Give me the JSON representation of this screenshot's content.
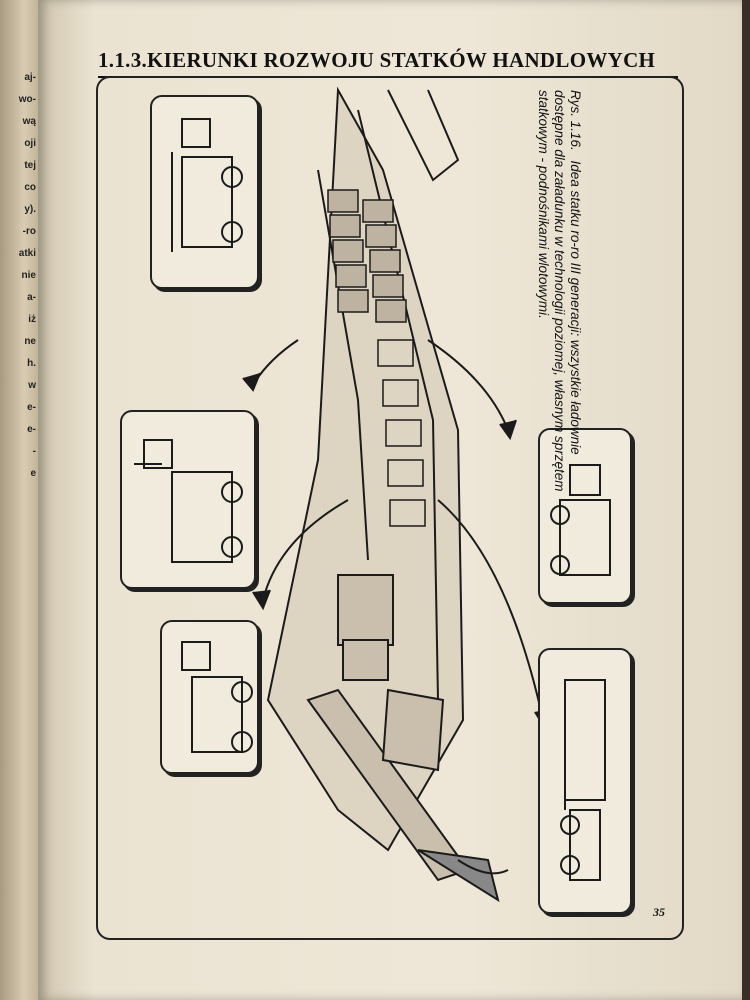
{
  "left_page": {
    "fragments": [
      "aj-",
      "wo-",
      "wą",
      "oji",
      "tej",
      "co",
      "y).",
      "-ro",
      "atki",
      "nie",
      "a-",
      "iż",
      "ne",
      "h.",
      "w",
      "e-",
      "e-",
      "-",
      "e"
    ]
  },
  "heading": "1.1.3.KIERUNKI ROZWOJU STATKÓW HANDLOWYCH",
  "caption": {
    "label": "Rys. 1.16.",
    "text": "Idea statku ro-ro III generacji: wszystkie ładownie dostępne dla załadunku w technologii poziomej, własnym sprzętem statkowym - podnośnikami wlotowymi."
  },
  "page_number": "35",
  "figure": {
    "insets": [
      "forklift-truck-left-top",
      "forklift-truck-left-middle",
      "forklift-truck-left-bottom",
      "forklift-truck-right",
      "trailer-truck-right"
    ]
  }
}
